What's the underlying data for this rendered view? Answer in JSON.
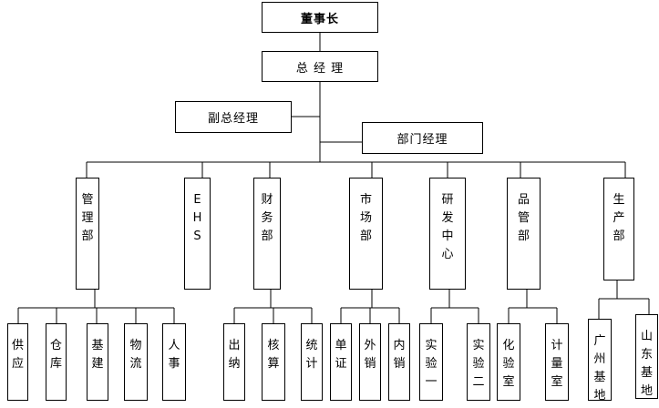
{
  "org": {
    "chairman": "董事长",
    "gm": "总 经 理",
    "deputy_gm": "副总经理",
    "dept_manager": "部门经理",
    "departments": [
      {
        "key": "mgmt",
        "label": "管理部",
        "subs": [
          "供应",
          "仓库",
          "基建",
          "物流",
          "人事"
        ]
      },
      {
        "key": "ehs",
        "label": "EHS",
        "subs": []
      },
      {
        "key": "finance",
        "label": "财务部",
        "subs": [
          "出纳",
          "核算",
          "统计"
        ]
      },
      {
        "key": "market",
        "label": "市场部",
        "subs": [
          "单证",
          "外销",
          "内销"
        ]
      },
      {
        "key": "rnd",
        "label": "研发中心",
        "subs": [
          "实验一",
          "实验二"
        ]
      },
      {
        "key": "qc",
        "label": "品管部",
        "subs": [
          "化验室",
          "计量室"
        ]
      },
      {
        "key": "prod",
        "label": "生产部",
        "subs": [
          "广州基地",
          "山东基地"
        ]
      }
    ]
  }
}
